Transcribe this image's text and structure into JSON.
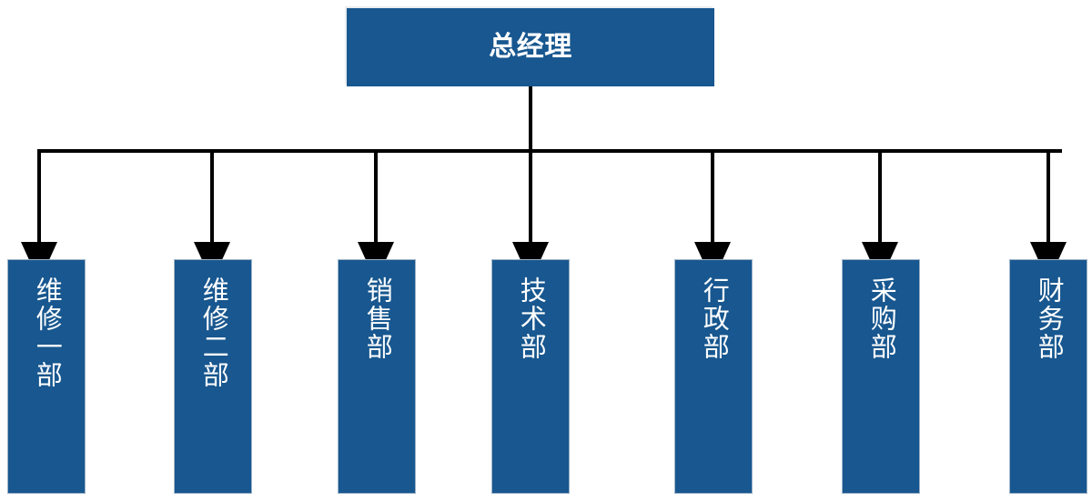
{
  "chart_data": {
    "type": "diagram",
    "diagram_type": "organizational-chart",
    "title": "",
    "orientation": "top-down",
    "accent_color": "#18578f",
    "connector_color": "#000000",
    "text_color": "#ffffff",
    "background_color": "#ffffff",
    "nodes": [
      {
        "id": "root",
        "label": "总经理",
        "level": 0,
        "parent": null
      },
      {
        "id": "dept1",
        "label": "维修一部",
        "level": 1,
        "parent": "root"
      },
      {
        "id": "dept2",
        "label": "维修二部",
        "level": 1,
        "parent": "root"
      },
      {
        "id": "dept3",
        "label": "销售部",
        "level": 1,
        "parent": "root"
      },
      {
        "id": "dept4",
        "label": "技术部",
        "level": 1,
        "parent": "root"
      },
      {
        "id": "dept5",
        "label": "行政部",
        "level": 1,
        "parent": "root"
      },
      {
        "id": "dept6",
        "label": "采购部",
        "level": 1,
        "parent": "root"
      },
      {
        "id": "dept7",
        "label": "财务部",
        "level": 1,
        "parent": "root"
      }
    ],
    "edges": [
      {
        "from": "root",
        "to": "dept1",
        "style": "orthogonal",
        "arrow": "to"
      },
      {
        "from": "root",
        "to": "dept2",
        "style": "orthogonal",
        "arrow": "to"
      },
      {
        "from": "root",
        "to": "dept3",
        "style": "orthogonal",
        "arrow": "to"
      },
      {
        "from": "root",
        "to": "dept4",
        "style": "orthogonal",
        "arrow": "to"
      },
      {
        "from": "root",
        "to": "dept5",
        "style": "orthogonal",
        "arrow": "to"
      },
      {
        "from": "root",
        "to": "dept6",
        "style": "orthogonal",
        "arrow": "to"
      },
      {
        "from": "root",
        "to": "dept7",
        "style": "orthogonal",
        "arrow": "to"
      }
    ]
  },
  "chart": {
    "root": {
      "label": "总经理"
    },
    "departments": [
      {
        "label": "维修一部"
      },
      {
        "label": "维修二部"
      },
      {
        "label": "销售部"
      },
      {
        "label": "技术部"
      },
      {
        "label": "行政部"
      },
      {
        "label": "采购部"
      },
      {
        "label": "财务部"
      }
    ]
  }
}
